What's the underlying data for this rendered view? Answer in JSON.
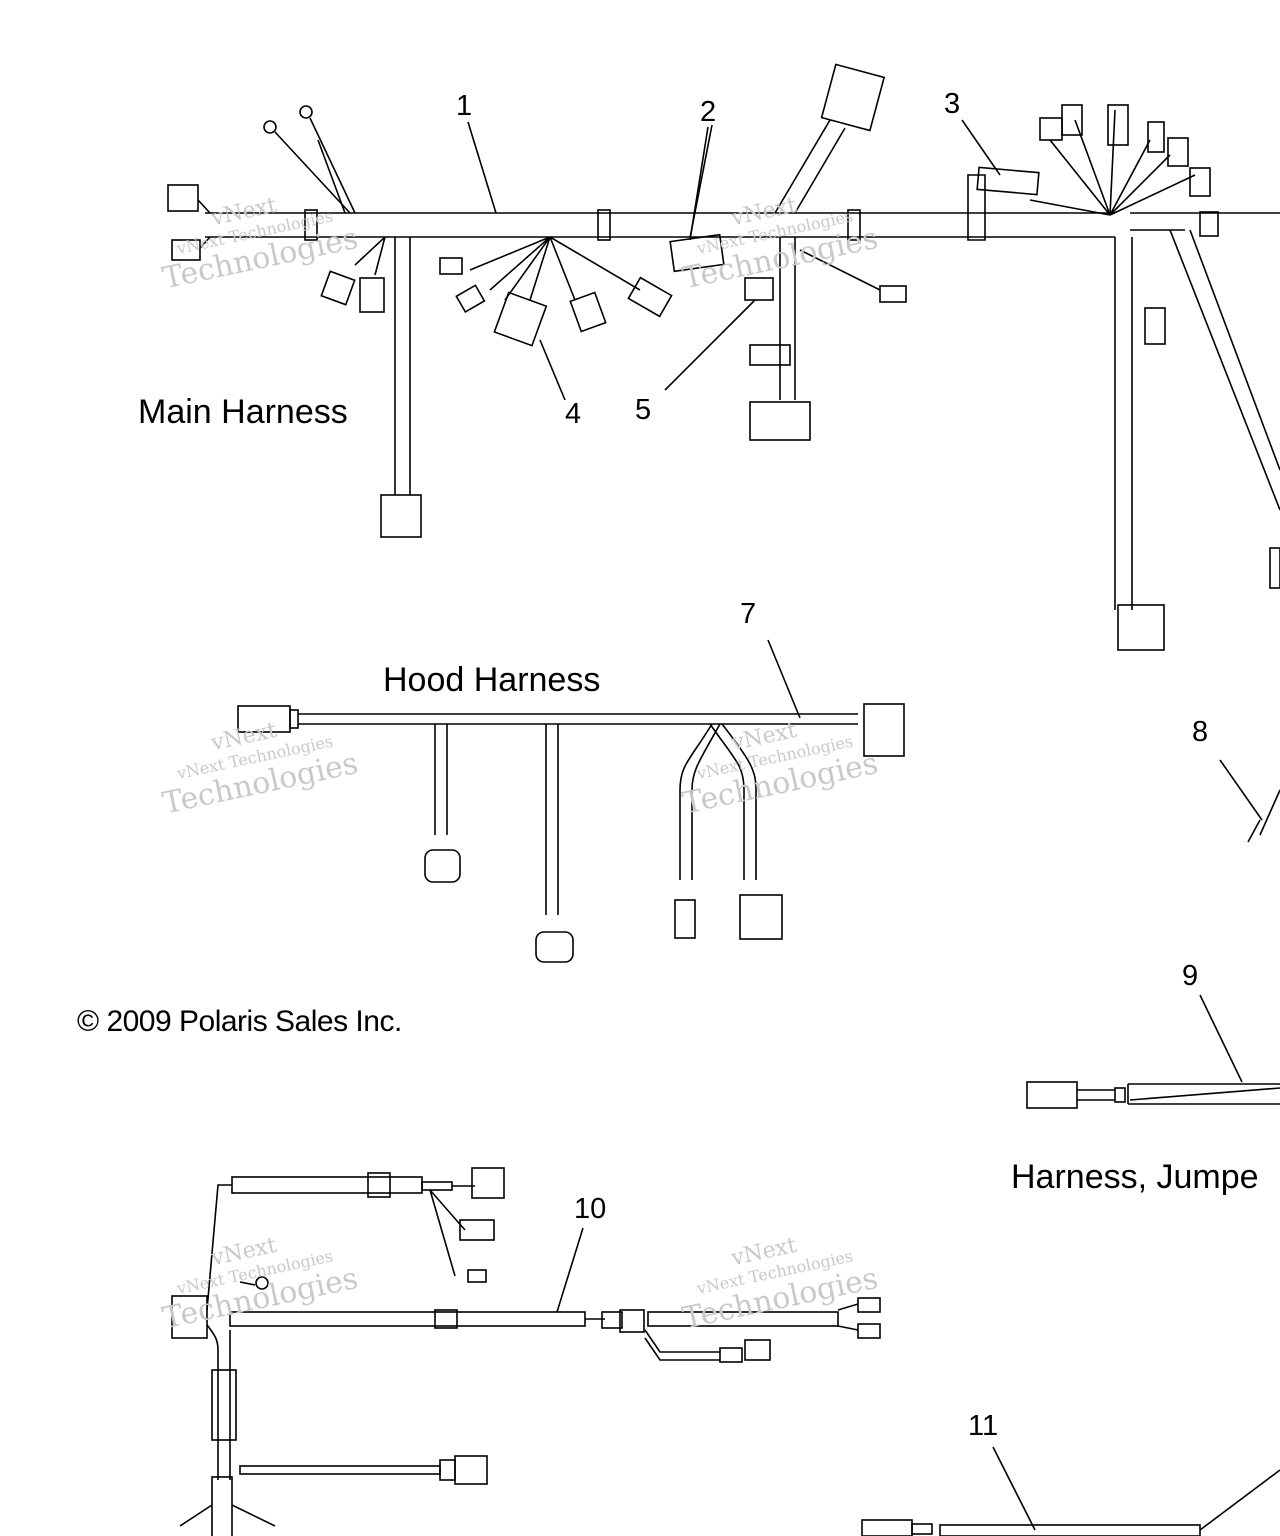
{
  "sections": {
    "main_harness": "Main Harness",
    "hood_harness": "Hood Harness",
    "jumper_harness": "Harness, Jumpe"
  },
  "callouts": [
    "1",
    "2",
    "3",
    "4",
    "5",
    "7",
    "8",
    "9",
    "10",
    "11"
  ],
  "copyright": "© 2009 Polaris Sales Inc.",
  "watermark": {
    "line1": "vNext",
    "line2": "vNext Technologies",
    "line3": "Technologies"
  },
  "colors": {
    "line": "#000000",
    "watermark": "#c9c9c9"
  }
}
